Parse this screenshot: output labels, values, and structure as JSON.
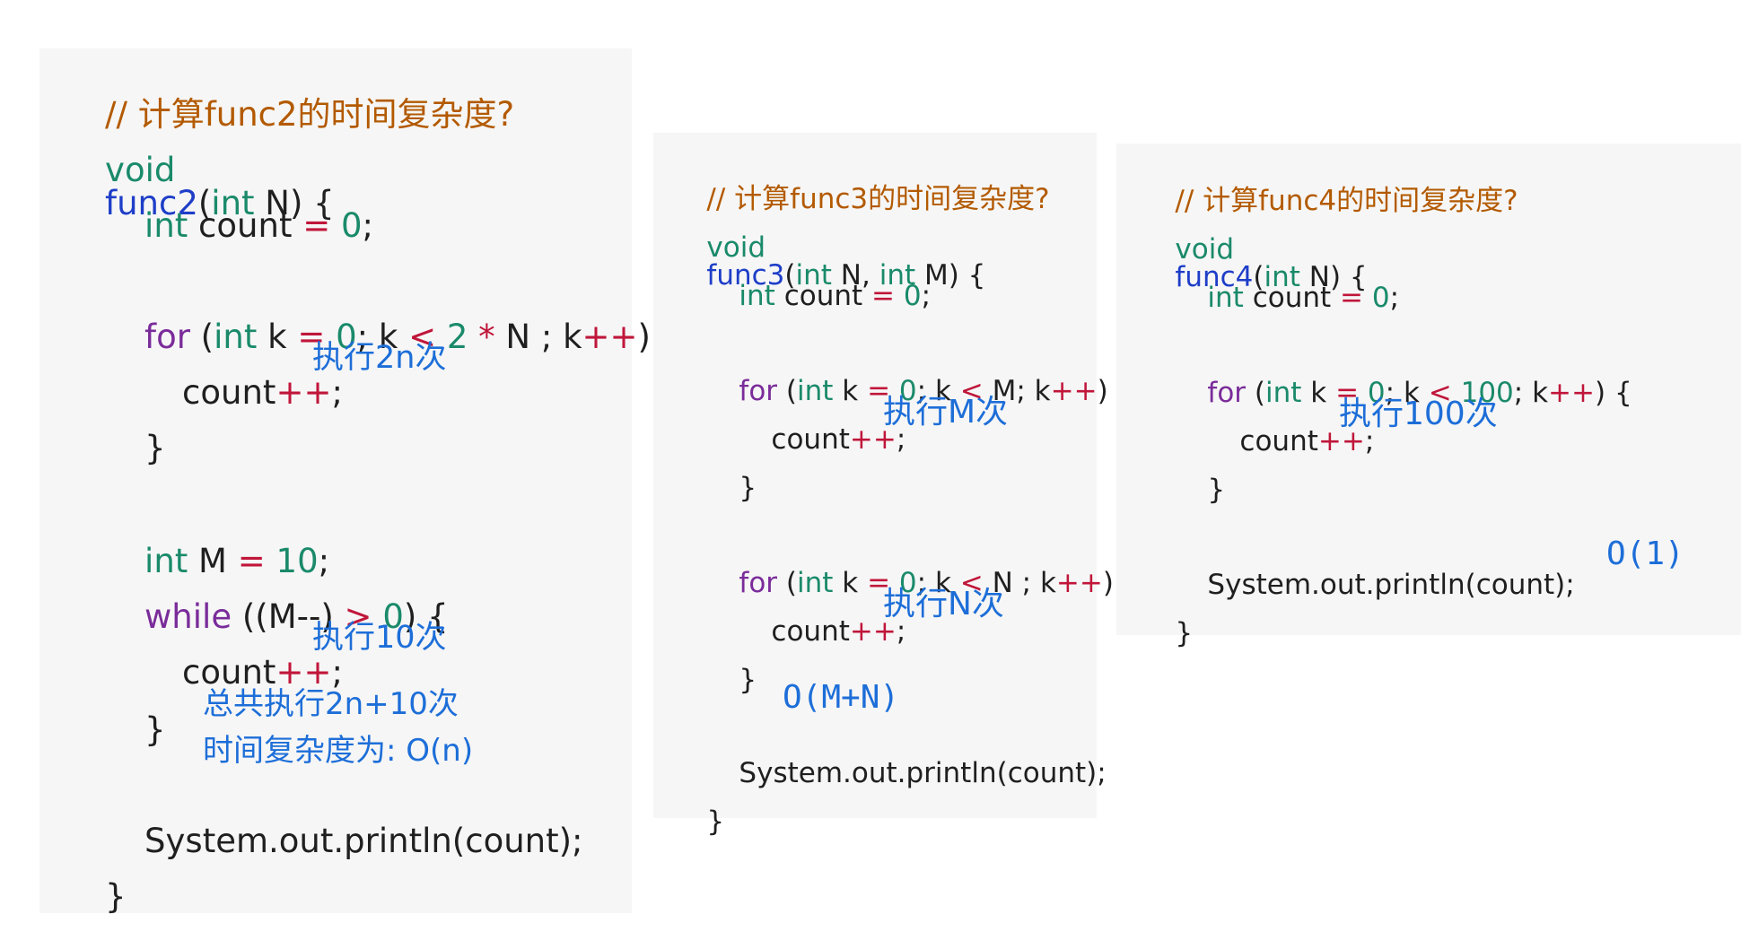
{
  "panel1": {
    "comment": "// 计算func2的时间复杂度?",
    "sig_void": "void",
    "sig_name": "func2",
    "sig_open": "(",
    "sig_int": "int",
    "sig_rest": " N) {",
    "count_int": "int",
    "count_name": " count ",
    "count_eq": "=",
    "count_val": " 0",
    "semi": ";",
    "for_kw": "for",
    "for_open": " (",
    "for_int": "int",
    "for_k": " k ",
    "eq": "=",
    "zero": " 0",
    "for_mid1": "; k ",
    "lt": "<",
    "two": " 2 ",
    "star": "*",
    "for_mid2": " N ; k",
    "pp": "++",
    "for_close": ") {",
    "count_stmt": "count",
    "brace_close": "}",
    "m_int": "int",
    "m_name": " M ",
    "m_val": " 10",
    "while_kw": "while",
    "while_p1": " ((M--) ",
    "gt": ">",
    "while_p2": " 0",
    "while_close": ") {",
    "println": "System.out.println(count);",
    "final_brace": "}",
    "note_loop1": "执行2n次",
    "note_loop2": "执行10次",
    "note_total": "总共执行2n+10次",
    "note_complexity": "时间复杂度为: O(n)"
  },
  "panel2": {
    "comment": "// 计算func3的时间复杂度?",
    "sig_void": "void",
    "sig_name": "func3",
    "sig_open": "(",
    "sig_int1": "int",
    "sig_mid": " N, ",
    "sig_int2": "int",
    "sig_rest": " M) {",
    "count_int": "int",
    "count_name": " count ",
    "count_eq": "=",
    "count_val": " 0",
    "semi": ";",
    "for_kw": "for",
    "for_open": " (",
    "for_int": "int",
    "for_k": " k ",
    "eq": "=",
    "zero": " 0",
    "for1_mid": "; k ",
    "lt": "<",
    "for1_bound": " M; k",
    "for2_bound": " N ; k",
    "pp": "++",
    "for_close": ") {",
    "count_stmt": "count",
    "brace_close": "}",
    "note_loop1": "执行M次",
    "note_loop2": "执行N次",
    "complexity": "O(M+N)",
    "println": "System.out.println(count);",
    "final_brace": "}"
  },
  "panel3": {
    "comment": "// 计算func4的时间复杂度?",
    "sig_void": "void",
    "sig_name": "func4",
    "sig_open": "(",
    "sig_int": "int",
    "sig_rest": " N) {",
    "count_int": "int",
    "count_name": " count ",
    "count_eq": "=",
    "count_val": " 0",
    "semi": ";",
    "for_kw": "for",
    "for_open": " (",
    "for_int": "int",
    "for_k": " k ",
    "eq": "=",
    "zero": " 0",
    "for_mid": "; k ",
    "lt": "<",
    "hundred": " 100",
    "for_k2": "; k",
    "pp": "++",
    "for_close": ") {",
    "count_stmt": "count",
    "brace_close": "}",
    "note_loop": "执行100次",
    "println": "System.out.println(count);",
    "complexity": "O(1)",
    "final_brace": "}"
  },
  "colors": {
    "comment": "#b35a00",
    "keyword": "#1a8a6a",
    "function": "#1e3ec8",
    "control": "#7a2c9a",
    "operator": "#c0163a",
    "annotation": "#1d6ed8",
    "panel_bg": "#f6f6f6"
  }
}
